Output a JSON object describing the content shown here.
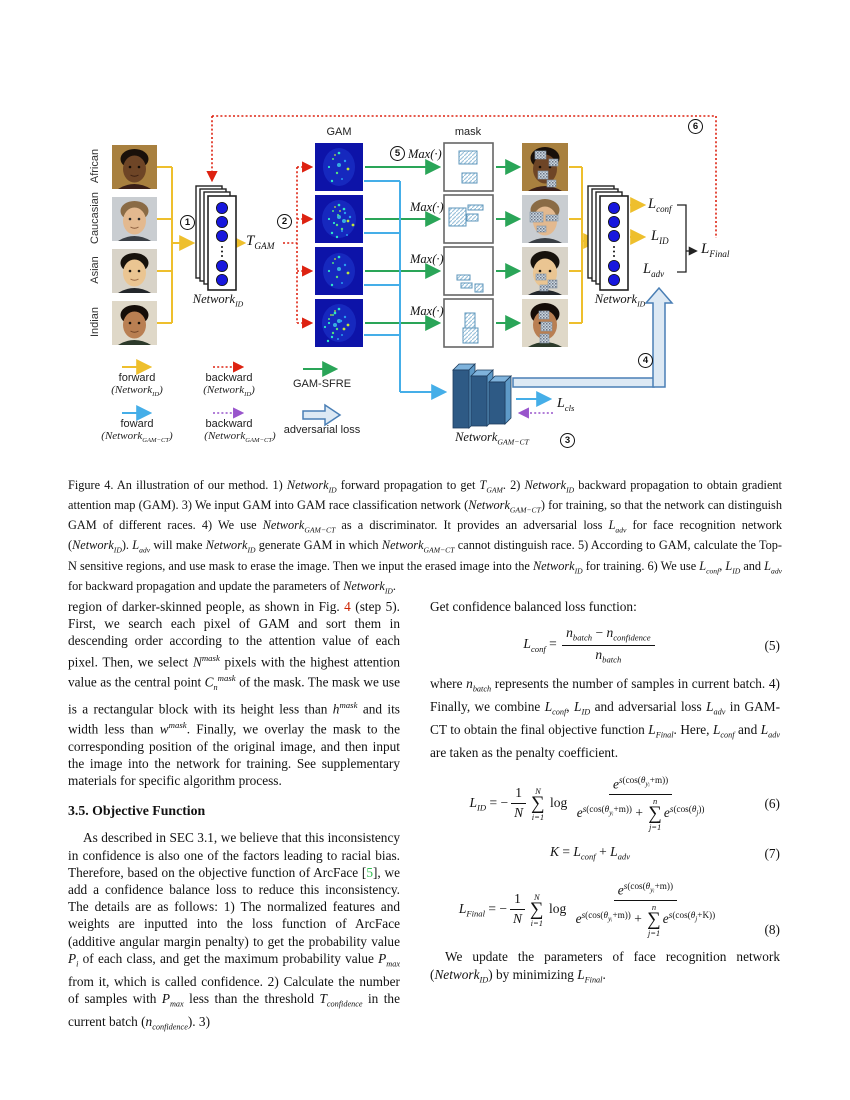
{
  "figure": {
    "race_labels": [
      "African",
      "Caucasian",
      "Asian",
      "Indian"
    ],
    "gam_label": "GAM",
    "mask_label": "mask",
    "max_op": "Max(·)",
    "step_numbers": [
      "1",
      "2",
      "3",
      "4",
      "5",
      "6"
    ],
    "t_gam": {
      "base": "T",
      "sub": "GAM"
    },
    "network_id": {
      "base": "Network",
      "sub": "ID"
    },
    "network_gamct": {
      "base": "Network",
      "sub": "GAM−CT"
    },
    "loss_conf": {
      "base": "L",
      "sub": "conf"
    },
    "loss_id": {
      "base": "L",
      "sub": "ID"
    },
    "loss_adv": {
      "base": "L",
      "sub": "adv"
    },
    "loss_final": {
      "base": "L",
      "sub": "Final"
    },
    "loss_cls": {
      "base": "L",
      "sub": "cls"
    },
    "legend": {
      "forward_id_label": "forward",
      "forward_id_paren": [
        {
          "s": "("
        },
        {
          "m": "Network",
          "sub": "ID"
        },
        {
          "s": ")"
        }
      ],
      "backward_id_label": "backward",
      "backward_id_paren": [
        {
          "s": "("
        },
        {
          "m": "Network",
          "sub": "ID"
        },
        {
          "s": ")"
        }
      ],
      "gam_sfre_label": "GAM-SFRE",
      "forward_gamct_label": "foward",
      "forward_gamct_paren": [
        {
          "s": "("
        },
        {
          "m": "Network",
          "sub": "GAM−CT"
        },
        {
          "s": ")"
        }
      ],
      "backward_gamct_label": "backward",
      "backward_gamct_paren": [
        {
          "s": "("
        },
        {
          "m": "Network",
          "sub": "GAM−CT"
        },
        {
          "s": ")"
        }
      ],
      "adversarial_label": "adversarial loss"
    },
    "colors": {
      "forward_id": "#eebf2d",
      "backward_id": "#dd2211",
      "gam_sfre": "#2aa558",
      "forward_gamct": "#45aee8",
      "backward_gamct": "#9955cc",
      "adversarial": "#4a7fb5"
    }
  },
  "caption": [
    {
      "s": "Figure 4.  An illustration of our method.  1) "
    },
    {
      "m": "Network",
      "sub": "ID"
    },
    {
      "s": " forward propagation to get "
    },
    {
      "m": "T",
      "sub": "GAM"
    },
    {
      "s": ".  2) "
    },
    {
      "m": "Network",
      "sub": "ID"
    },
    {
      "s": " backward propagation to obtain gradient attention map (GAM). 3) We input GAM into GAM race classification network ("
    },
    {
      "m": "Network",
      "sub": "GAM−CT"
    },
    {
      "s": ") for training, so that the network can distinguish GAM of different races. 4) We use "
    },
    {
      "m": "Network",
      "sub": "GAM−CT"
    },
    {
      "s": " as a discriminator. It provides an adversarial loss "
    },
    {
      "m": "L",
      "sub": "adv"
    },
    {
      "s": " for face recognition network ("
    },
    {
      "m": "Network",
      "sub": "ID"
    },
    {
      "s": "). "
    },
    {
      "m": "L",
      "sub": "adv"
    },
    {
      "s": " will make "
    },
    {
      "m": "Network",
      "sub": "ID"
    },
    {
      "s": " generate GAM in which "
    },
    {
      "m": "Network",
      "sub": "GAM−CT"
    },
    {
      "s": " cannot distinguish race. 5) According to GAM, calculate the Top-N sensitive regions, and use mask to erase the image.  Then we input the erased image into the "
    },
    {
      "m": "Network",
      "sub": "ID"
    },
    {
      "s": " for training. 6) We use "
    },
    {
      "m": "L",
      "sub": "conf"
    },
    {
      "s": ", "
    },
    {
      "m": "L",
      "sub": "ID"
    },
    {
      "s": " and "
    },
    {
      "m": "L",
      "sub": "adv"
    },
    {
      "s": " for backward propagation and update the parameters of "
    },
    {
      "m": "Network",
      "sub": "ID"
    },
    {
      "s": "."
    }
  ],
  "body": {
    "left": {
      "p1": [
        {
          "s": "region of darker-skinned people, as shown in Fig. "
        },
        {
          "link": "4",
          "c": "#cc2200"
        },
        {
          "s": " (step 5).  First, we search each pixel of GAM and sort them in descending order according to the attention value of each pixel.  Then, we select "
        },
        {
          "m": "N",
          "sup": "mask"
        },
        {
          "s": " pixels with the highest attention value as the central point "
        },
        {
          "m": "C",
          "sub": "n",
          "sup": "mask"
        },
        {
          "s": " of the mask.  The mask we use is a rectangular block with its height less than "
        },
        {
          "m": "h",
          "sup": "mask"
        },
        {
          "s": " and its width less than "
        },
        {
          "m": "w",
          "sup": "mask"
        },
        {
          "s": ".  Finally, we overlay the mask to the corresponding position of the original image, and then input the image into the network for training. See supplementary materials for specific algorithm process."
        }
      ],
      "heading": "3.5. Objective Function",
      "p2": [
        {
          "s": "As described in SEC 3.1, we believe that this inconsistency in confidence is also one of the factors leading to racial bias.  Therefore, based on the objective function of ArcFace ["
        },
        {
          "link": "5",
          "c": "#2fbe4f"
        },
        {
          "s": "], we add a confidence balance loss to reduce this inconsistency.  The details are as follows:  1) The normalized features and weights are inputted into the loss function of ArcFace (additive angular margin penalty) to get the probability value "
        },
        {
          "m": "P",
          "sub": "i"
        },
        {
          "s": " of each class, and get the maximum probability value "
        },
        {
          "m": "P",
          "sub": "max"
        },
        {
          "s": " from it, which is called confidence. 2) Calculate the number of samples with "
        },
        {
          "m": "P",
          "sub": "max"
        },
        {
          "s": " less than the threshold "
        },
        {
          "m": "T",
          "sub": "confidence"
        },
        {
          "s": " in the current batch ("
        },
        {
          "m": "n",
          "sub": "confidence"
        },
        {
          "s": "). 3)"
        }
      ]
    },
    "right": {
      "p3": [
        {
          "s": "Get confidence balanced loss function:"
        }
      ],
      "eq5": {
        "body": [
          {
            "m": "L",
            "sub": "conf"
          },
          {
            "s": " = "
          },
          {
            "frac": {
              "num": [
                {
                  "m": "n",
                  "sub": "batch"
                },
                {
                  "s": " − "
                },
                {
                  "m": "n",
                  "sub": "confidence"
                }
              ],
              "den": [
                {
                  "m": "n",
                  "sub": "batch"
                }
              ]
            }
          }
        ],
        "tag": "(5)"
      },
      "p4": [
        {
          "s": "where "
        },
        {
          "m": "n",
          "sub": "batch"
        },
        {
          "s": " represents the number of samples in current batch. 4) Finally, we combine "
        },
        {
          "m": "L",
          "sub": "conf"
        },
        {
          "s": ", "
        },
        {
          "m": "L",
          "sub": "ID"
        },
        {
          "s": " and adversarial loss "
        },
        {
          "m": "L",
          "sub": "adv"
        },
        {
          "s": " in GAM-CT to obtain the final objective function "
        },
        {
          "m": "L",
          "sub": "Final"
        },
        {
          "s": ".  Here, "
        },
        {
          "m": "L",
          "sub": "conf"
        },
        {
          "s": " and "
        },
        {
          "m": "L",
          "sub": "adv"
        },
        {
          "s": " are taken as the penalty coefficient."
        }
      ],
      "eq6": {
        "body": [
          {
            "m": "L",
            "sub": "ID"
          },
          {
            "s": " = −"
          },
          {
            "frac": {
              "num": [
                {
                  "s": "1"
                }
              ],
              "den": [
                {
                  "m": "N"
                }
              ]
            }
          },
          {
            "sum": {
              "top": "N",
              "bot": "i=1"
            }
          },
          {
            "s": " log "
          },
          {
            "frac": {
              "num": [
                {
                  "m": "e",
                  "supseg": [
                    {
                      "m": "s"
                    },
                    {
                      "s": "(cos("
                    },
                    {
                      "m": "θ",
                      "sub": "yᵢ"
                    },
                    {
                      "s": "+m))"
                    }
                  ]
                }
              ],
              "den": [
                {
                  "m": "e",
                  "supseg": [
                    {
                      "m": "s"
                    },
                    {
                      "s": "(cos("
                    },
                    {
                      "m": "θ",
                      "sub": "yᵢ"
                    },
                    {
                      "s": "+m))"
                    }
                  ]
                },
                {
                  "s": " + "
                },
                {
                  "sum": {
                    "top": "n",
                    "bot": "j=1"
                  }
                },
                {
                  "m": "e",
                  "supseg": [
                    {
                      "m": "s"
                    },
                    {
                      "s": "(cos("
                    },
                    {
                      "m": "θ",
                      "sub": "j"
                    },
                    {
                      "s": "))"
                    }
                  ]
                }
              ]
            }
          }
        ],
        "tag": "(6)"
      },
      "eq7": {
        "body": [
          {
            "m": "K"
          },
          {
            "s": " = "
          },
          {
            "m": "L",
            "sub": "conf"
          },
          {
            "s": " + "
          },
          {
            "m": "L",
            "sub": "adv"
          }
        ],
        "tag": "(7)"
      },
      "eq8": {
        "body": [
          {
            "m": "L",
            "sub": "Final"
          },
          {
            "s": " = −"
          },
          {
            "frac": {
              "num": [
                {
                  "s": "1"
                }
              ],
              "den": [
                {
                  "m": "N"
                }
              ]
            }
          },
          {
            "sum": {
              "top": "N",
              "bot": "i=1"
            }
          },
          {
            "s": " log "
          },
          {
            "frac": {
              "num": [
                {
                  "m": "e",
                  "supseg": [
                    {
                      "m": "s"
                    },
                    {
                      "s": "(cos("
                    },
                    {
                      "m": "θ",
                      "sub": "yᵢ"
                    },
                    {
                      "s": "+m))"
                    }
                  ]
                }
              ],
              "den": [
                {
                  "m": "e",
                  "supseg": [
                    {
                      "m": "s"
                    },
                    {
                      "s": "(cos("
                    },
                    {
                      "m": "θ",
                      "sub": "yᵢ"
                    },
                    {
                      "s": "+m))"
                    }
                  ]
                },
                {
                  "s": " + "
                },
                {
                  "sum": {
                    "top": "n",
                    "bot": "j=1"
                  }
                },
                {
                  "m": "e",
                  "supseg": [
                    {
                      "m": "s"
                    },
                    {
                      "s": "(cos("
                    },
                    {
                      "m": "θ",
                      "sub": "j"
                    },
                    {
                      "s": "+K))"
                    }
                  ]
                }
              ]
            }
          }
        ],
        "tag": "(8)"
      },
      "p5": [
        {
          "s": "We update the parameters of face recognition network ("
        },
        {
          "m": "Network",
          "sub": "ID"
        },
        {
          "s": ") by minimizing "
        },
        {
          "m": "L",
          "sub": "Final"
        },
        {
          "s": "."
        }
      ]
    }
  }
}
